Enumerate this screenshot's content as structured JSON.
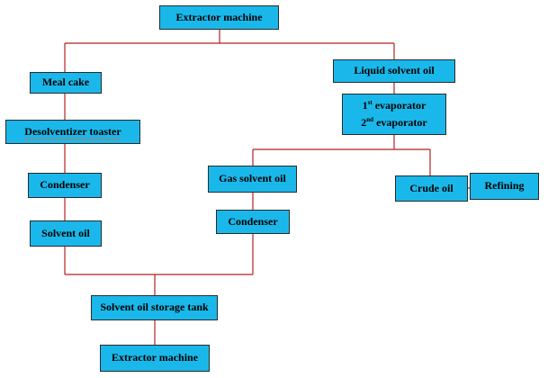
{
  "diagram": {
    "nodes": {
      "extractor_top": "Extractor machine",
      "meal_cake": "Meal cake",
      "desolventizer_toaster": "Desolventizer toaster",
      "condenser_left": "Condenser",
      "solvent_oil": "Solvent oil",
      "liquid_solvent_oil": "Liquid solvent oil",
      "evaporator_1": {
        "number": "1",
        "suffix": "st",
        "label": "evaporator"
      },
      "evaporator_2": {
        "number": "2",
        "suffix": "nd",
        "label": "evaporator"
      },
      "gas_solvent_oil": "Gas solvent oil",
      "condenser_mid": "Condenser",
      "crude_oil": "Crude oil",
      "refining": "Refining",
      "storage_tank": "Solvent oil storage tank",
      "extractor_bottom": "Extractor machine"
    },
    "colors": {
      "box_fill": "#1ab8ea",
      "box_border": "#2a2a2a",
      "connector": "#b22222"
    }
  }
}
